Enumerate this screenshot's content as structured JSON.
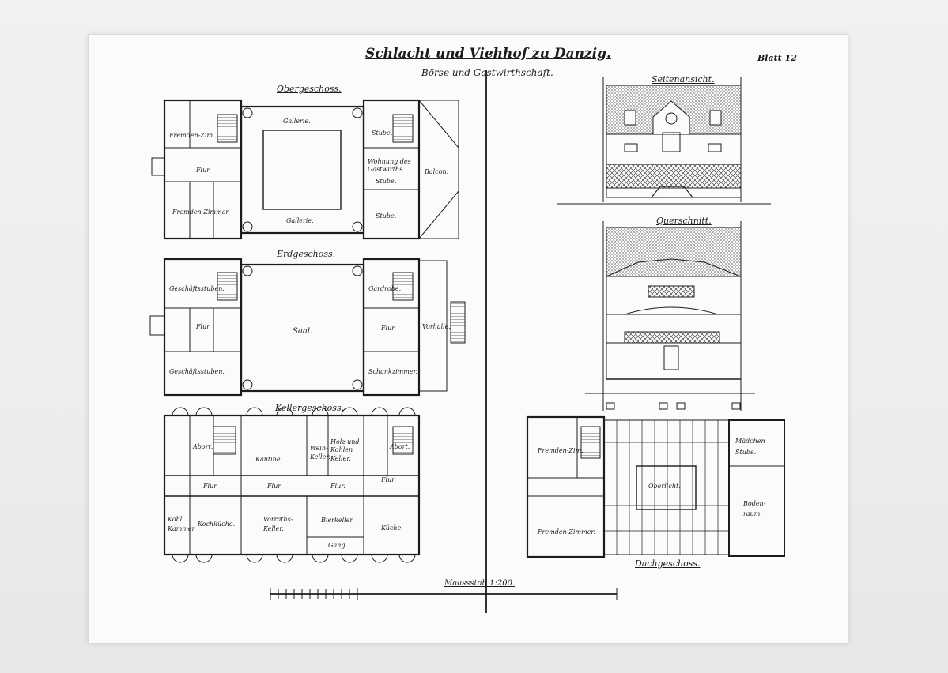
{
  "sheet": {
    "title": "Schlacht und Viehhof zu Danzig.",
    "subtitle": "Börse und Gastwirthschaft.",
    "sheet_label": "Blatt",
    "sheet_number": "12"
  },
  "views": {
    "upper_floor": "Obergeschoss.",
    "ground_floor": "Erdgeschoss.",
    "basement": "Kellergeschoss.",
    "side_view": "Seitenansicht.",
    "cross_section": "Querschnitt.",
    "roof_floor": "Dachgeschoss."
  },
  "upper_rooms": {
    "guest_room_1": "Fremden-Zim.",
    "hall_1": "Flur.",
    "guest_room_2": "Fremden-Zimmer.",
    "gallery_1": "Gallerie.",
    "gallery_2": "Gallerie.",
    "room_1": "Stube.",
    "landlord_flat": "Wohnung des Gastwirths.",
    "room_2": "Stube.",
    "balcony": "Balcon.",
    "room_3": "Stube."
  },
  "ground_rooms": {
    "business_1": "Geschäftsstuben.",
    "hall_1": "Flur.",
    "business_2": "Geschäftsstuben.",
    "saal": "Saal.",
    "wardrobe": "Gardrobe.",
    "hall_2": "Flur.",
    "vestibule": "Vorhalle.",
    "bar": "Schankzimmer."
  },
  "basement_rooms": {
    "closet_1": "Abort.",
    "canteen": "Kantine.",
    "wine_cellar": "Wein-Keller.",
    "coal_cellar": "Holz und Kohlen Keller.",
    "closet_2": "Abort.",
    "hall_1": "Flur.",
    "hall_2": "Flur.",
    "hall_3": "Flur.",
    "hall_4": "Flur.",
    "coal_chamber": "Kohl. Kammer",
    "cookhouse": "Kochküche.",
    "pantry": "Vorraths-Keller.",
    "beer_cellar": "Bierkeller.",
    "passage": "Gang.",
    "kitchen": "Küche."
  },
  "roof_rooms": {
    "guest_room_1": "Fremden-Zim.",
    "guest_room_2": "Fremden-Zimmer.",
    "light_shaft": "Oberlicht.",
    "maid_room": "Mädchen Stube.",
    "attic": "Boden-raum."
  },
  "scale": {
    "label": "Maassstab 1:200."
  },
  "colors": {
    "ink": "#1c1c1c",
    "paper": "#fbfbfb",
    "background": "#e9e9e9"
  }
}
